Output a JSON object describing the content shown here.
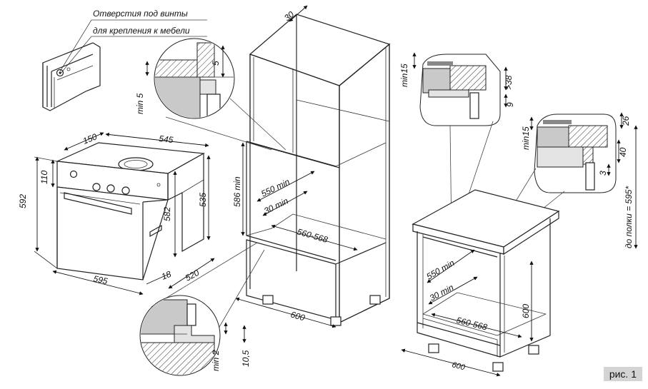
{
  "callout": {
    "line1": "Отверстия под винты",
    "line2": "для крепления к мебели"
  },
  "oven": {
    "depth_top": "150",
    "depth_body": "545",
    "height_total": "592",
    "panel_height": "110",
    "front_height": "582",
    "body_height": "535",
    "width": "595",
    "panel_depth": "18",
    "body_depth": "520"
  },
  "column_cabinet": {
    "top_gap": "30",
    "niche_height": "586 min",
    "niche_depth": "550 min",
    "back_gap": "30 min",
    "niche_width": "560-568",
    "width": "600"
  },
  "detail_top": {
    "gap_min": "min 5",
    "step": "5"
  },
  "detail_bottom": {
    "gap_min": "min 2",
    "step": "10,5"
  },
  "base_cabinet": {
    "niche_depth": "550 min",
    "back_gap": "30 min",
    "niche_width": "560-568",
    "height": "600",
    "width": "600"
  },
  "detail_right_upper": {
    "min": "min15",
    "gap": ">38",
    "step": "9"
  },
  "detail_right_lower": {
    "min": "min15",
    "d26": "26",
    "d40": "40",
    "d3": "3",
    "shelf": "до полки = 595*"
  },
  "figure_label": "рис. 1"
}
